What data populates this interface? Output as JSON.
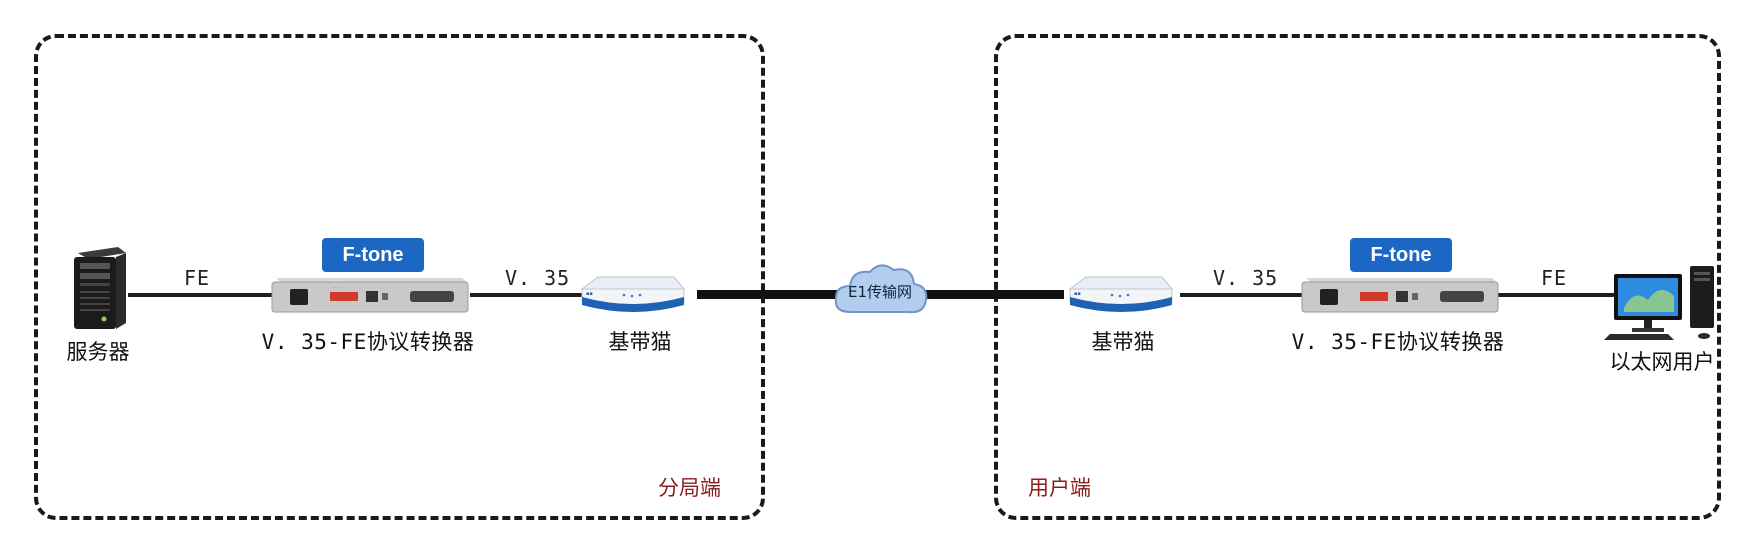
{
  "zones": {
    "branch": {
      "label": "分局端"
    },
    "user": {
      "label": "用户端"
    }
  },
  "links": {
    "left_fe": "FE",
    "left_v35": "V. 35",
    "right_v35": "V. 35",
    "right_fe": "FE"
  },
  "devices": {
    "server": {
      "label": "服务器",
      "icon": "server-tower-icon"
    },
    "converter_left": {
      "badge": "F-tone",
      "label": "V. 35-FE协议转换器"
    },
    "modem_left": {
      "label": "基带猫"
    },
    "network": {
      "label": "E1传输网"
    },
    "modem_right": {
      "label": "基带猫"
    },
    "converter_right": {
      "badge": "F-tone",
      "label": "V. 35-FE协议转换器"
    },
    "user_pc": {
      "label": "以太网用户",
      "icon": "desktop-computer-icon"
    }
  },
  "colors": {
    "badge": "#1c67c4",
    "zone_label": "#8b1d1d",
    "cloud": "#a9c6ea",
    "modem_stripe": "#1f62b3"
  }
}
